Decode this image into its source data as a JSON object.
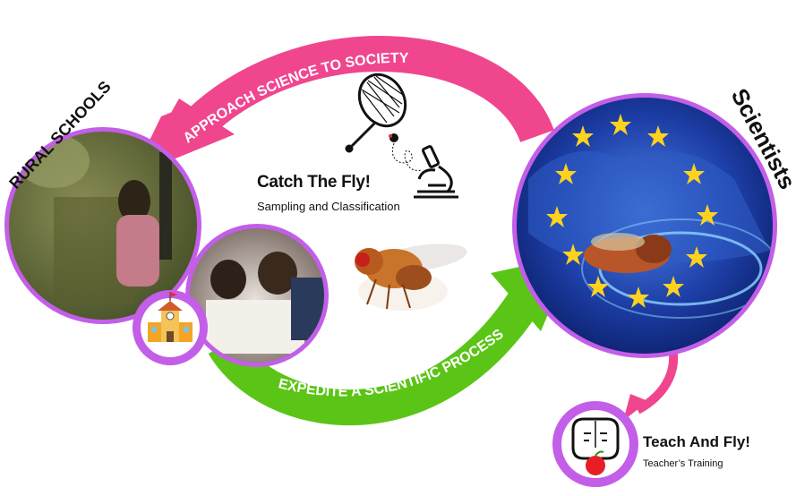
{
  "arrows": {
    "top_label": "APPROACH SCIENCE TO SOCIETY",
    "bottom_label": "EXPEDITE A SCIENTIFIC PROCESS",
    "top_color": "#f0468e",
    "bottom_color": "#5bc517"
  },
  "nodes": {
    "rural_schools": "RURAL SCHOOLS",
    "scientists": "Scientists"
  },
  "center": {
    "title": "Catch The Fly!",
    "subtitle": "Sampling and Classification"
  },
  "teach": {
    "title": "Teach And Fly!",
    "subtitle": "Teacher’s Training"
  },
  "colors": {
    "ring": "#c35ee8",
    "eu_blue": "#1d3fa8",
    "star": "#ffd21e",
    "school_orange": "#f4a623"
  },
  "icons": [
    "butterfly-net-icon",
    "fly-icon",
    "microscope-icon",
    "school-building-icon",
    "teacher-head-apple-icon",
    "eu-stars-icon"
  ]
}
